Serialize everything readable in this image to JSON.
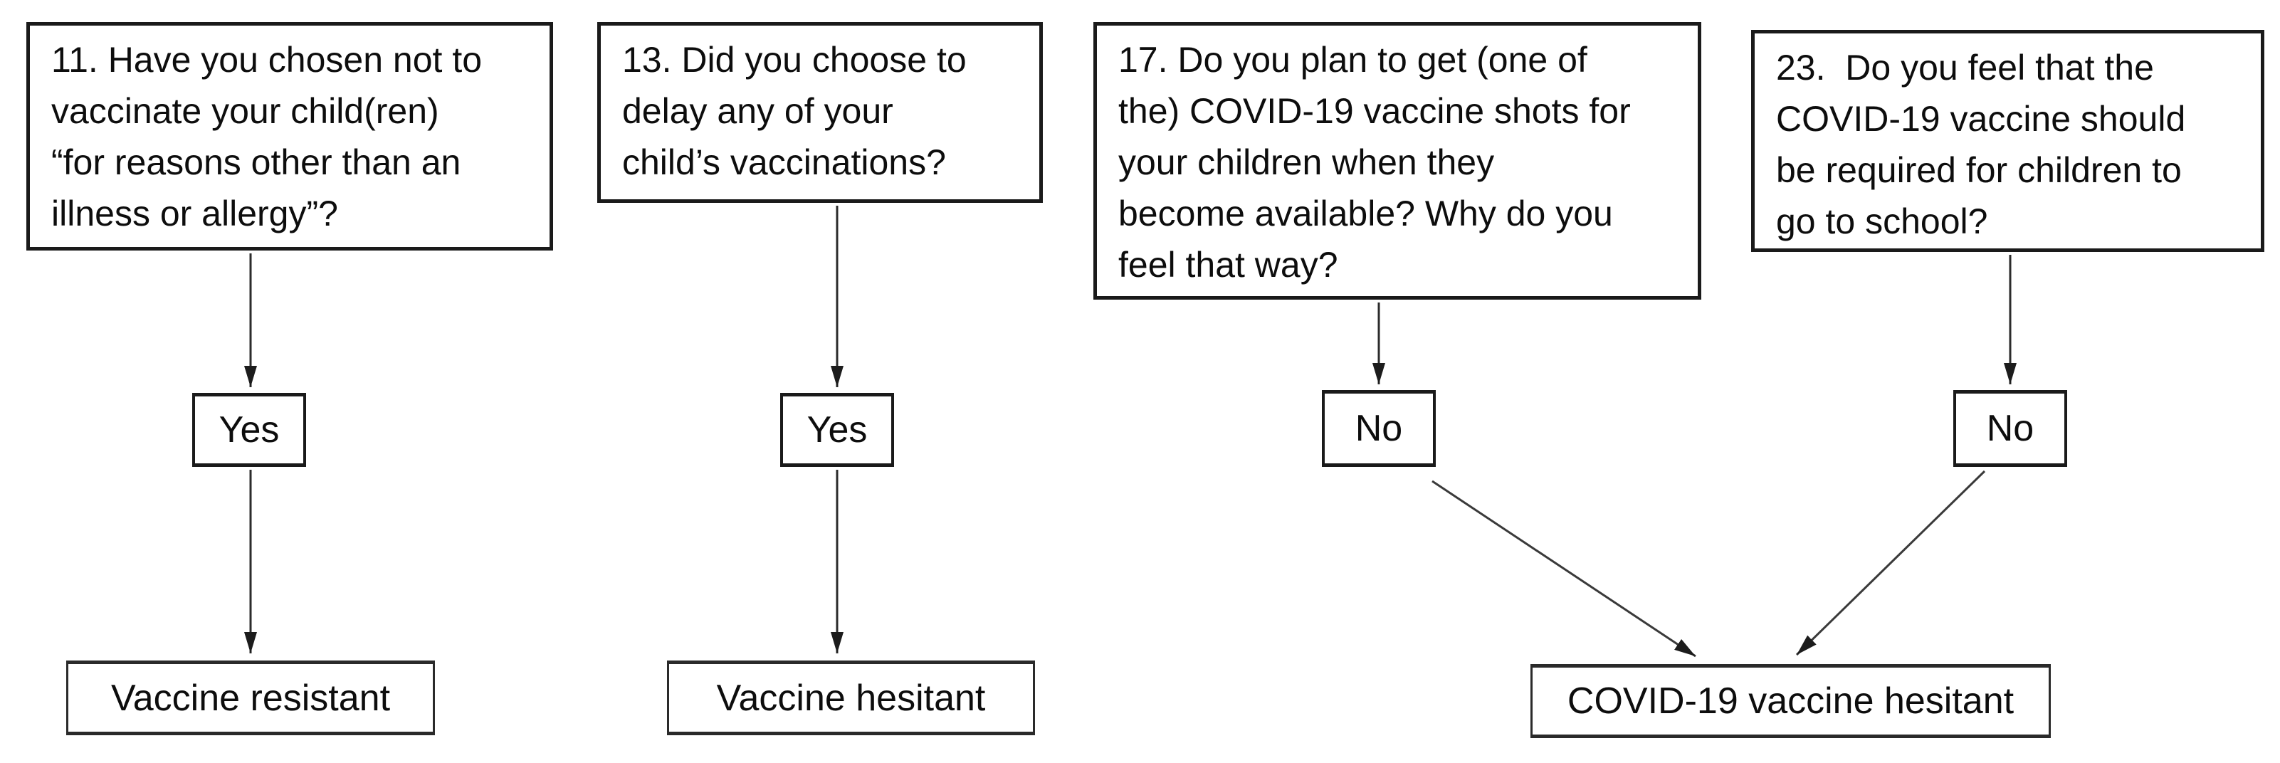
{
  "colors": {
    "background": "#ffffff",
    "box_border": "#1a1a1a",
    "text": "#0d0d0d",
    "arrow": "#2b2b2b"
  },
  "flowchart": {
    "questions": [
      {
        "id": "q11",
        "text": "11. Have you chosen not to\nvaccinate your child(ren)\n“for reasons other than an\nillness or allergy”?"
      },
      {
        "id": "q13",
        "text": "13. Did you choose to\ndelay any of your\nchild’s vaccinations?"
      },
      {
        "id": "q17",
        "text": "17. Do you plan to get (one of\nthe) COVID-19 vaccine shots for\nyour children when they\nbecome available? Why do you\nfeel that way?"
      },
      {
        "id": "q23",
        "text": "23.  Do you feel that the\nCOVID-19 vaccine should\nbe required for children to\ngo to school?"
      }
    ],
    "answers": [
      {
        "id": "answer-1",
        "label": "Yes"
      },
      {
        "id": "answer-2",
        "label": "Yes"
      },
      {
        "id": "answer-3",
        "label": "No"
      },
      {
        "id": "answer-4",
        "label": "No"
      }
    ],
    "outcomes": [
      {
        "id": "outcome-1",
        "label": "Vaccine resistant"
      },
      {
        "id": "outcome-2",
        "label": "Vaccine hesitant"
      },
      {
        "id": "outcome-3",
        "label": "COVID-19 vaccine hesitant"
      }
    ]
  }
}
